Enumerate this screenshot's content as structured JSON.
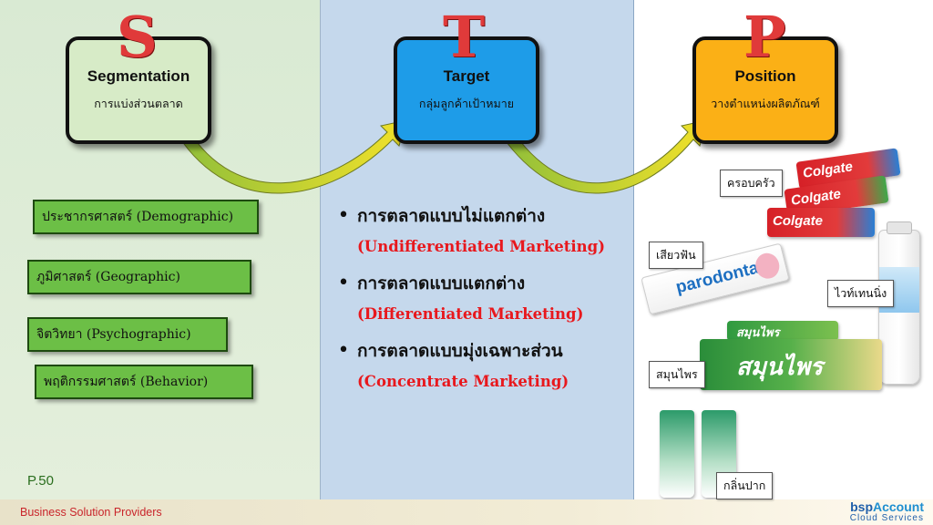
{
  "stp": {
    "s": {
      "letter": "S",
      "title": "Segmentation",
      "subtitle": "การแบ่งส่วนตลาด"
    },
    "t": {
      "letter": "T",
      "title": "Target",
      "subtitle": "กลุ่มลูกค้าเป้าหมาย"
    },
    "p": {
      "letter": "P",
      "title": "Position",
      "subtitle": "วางตำแหน่งผลิตภัณฑ์"
    }
  },
  "segmentation_items": [
    "ประชากรศาสตร์ (Demographic)",
    "ภูมิศาสตร์ (Geographic)",
    "จิตวิทยา (Psychographic)",
    "พฤติกรรมศาสตร์ (Behavior)"
  ],
  "target_items": [
    {
      "thai": "การตลาดแบบไม่แตกต่าง",
      "english": "(Undifferentiated Marketing)"
    },
    {
      "thai": "การตลาดแบบแตกต่าง",
      "english": "(Differentiated Marketing)"
    },
    {
      "thai": "การตลาดแบบมุ่งเฉพาะส่วน",
      "english": "(Concentrate Marketing)"
    }
  ],
  "position_labels": {
    "family": "ครอบครัว",
    "sensitive": "เสียวฟัน",
    "whitening": "ไวท์เทนนิ่ง",
    "herbal": "สมุนไพร",
    "breath": "กลิ่นปาก"
  },
  "product_brands": {
    "colgate": "Colgate",
    "parodontax": "parodontax",
    "herbal": "สมุนไพร"
  },
  "page_number": "P.50",
  "footer": {
    "company": "Business Solution Providers"
  },
  "logo": {
    "main": "bsp",
    "accent": "Account",
    "sub": "Cloud Services"
  },
  "colors": {
    "segment": "#d7ebc7",
    "target": "#1e9ce8",
    "position": "#fbb016",
    "red": "#e8181d",
    "green_item": "#6cbf46"
  }
}
